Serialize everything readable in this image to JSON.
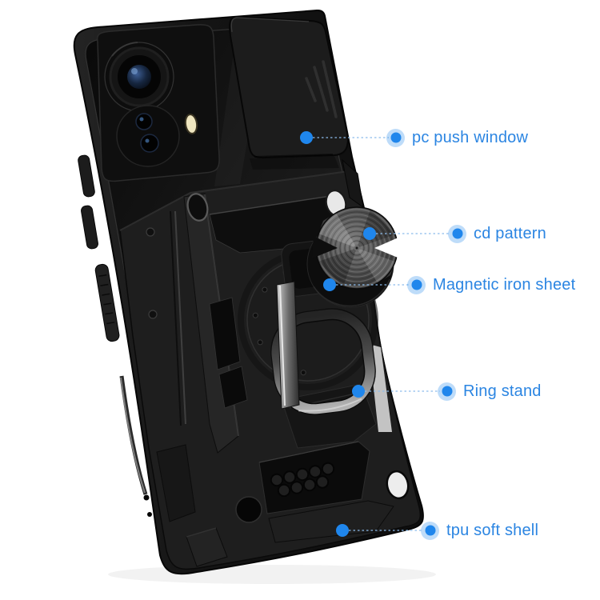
{
  "colors": {
    "background": "#ffffff",
    "label": "#2b85e2",
    "dot": "#1f86ec",
    "halo": "#1f86ec4a",
    "line": "#8cbcec",
    "case": "#171717"
  },
  "callouts": [
    {
      "label": "pc push window"
    },
    {
      "label": "cd pattern"
    },
    {
      "label": "Magnetic iron sheet"
    },
    {
      "label": "Ring stand"
    },
    {
      "label": "tpu soft shell"
    }
  ]
}
